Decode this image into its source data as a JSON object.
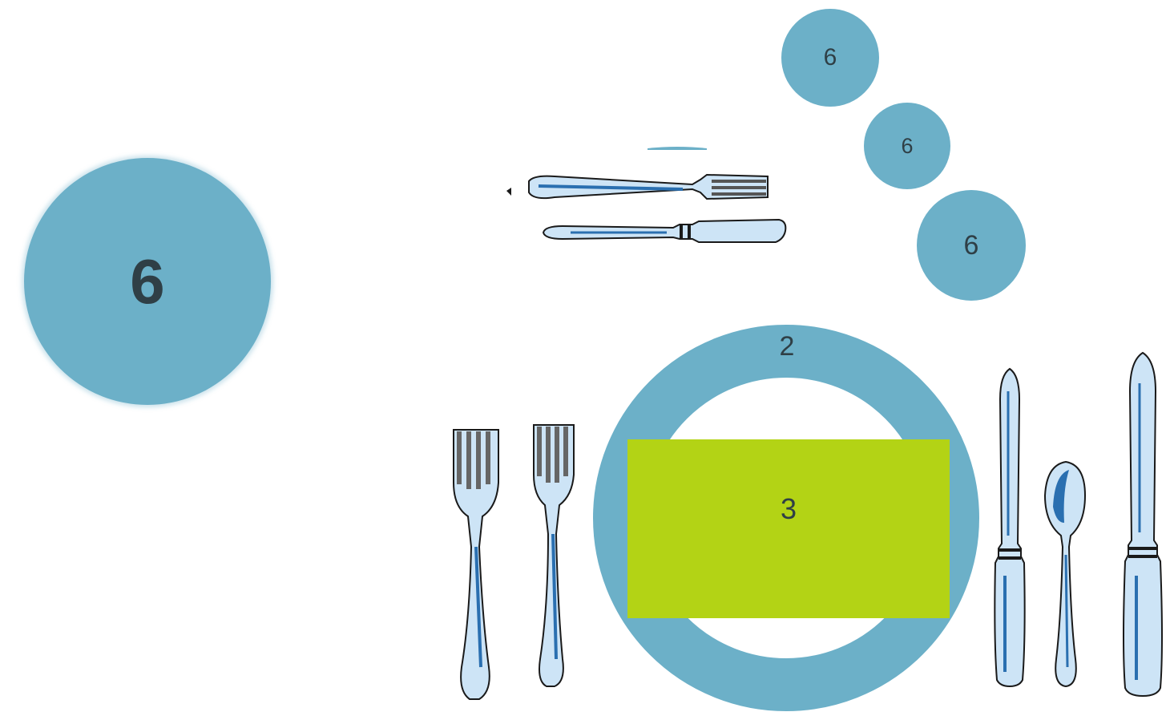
{
  "colors": {
    "glass": "#6cb0c8",
    "napkin": "#b3d315",
    "text": "#2f3f46",
    "silver": "#cde4f6",
    "silver_dark": "#2a6fb0",
    "outline": "#1a1a1a"
  },
  "labels": {
    "bread_plate": "6",
    "glass_1": "6",
    "glass_2": "6",
    "glass_3": "6",
    "dinner_plate": "2",
    "napkin": "3"
  },
  "icons": {
    "dessert_fork": "fork-icon",
    "dessert_knife": "knife-icon",
    "salad_fork": "fork-icon",
    "dinner_fork": "fork-icon",
    "dinner_knife": "knife-icon",
    "spoon": "spoon-icon",
    "large_knife": "knife-icon"
  }
}
